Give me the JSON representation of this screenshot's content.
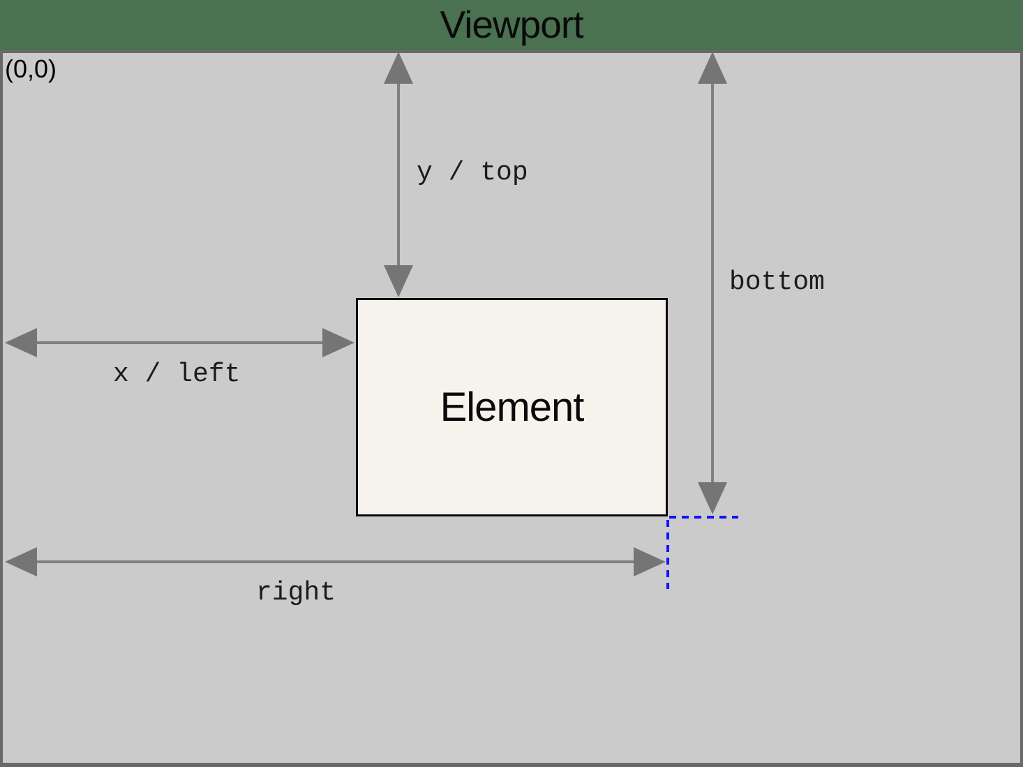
{
  "title": "Viewport",
  "viewport": {
    "origin_label": "(0,0)"
  },
  "element": {
    "label": "Element"
  },
  "measurements": {
    "y_top": {
      "label": "y / top"
    },
    "bottom": {
      "label": "bottom"
    },
    "x_left": {
      "label": "x / left"
    },
    "right": {
      "label": "right"
    }
  },
  "colors": {
    "page_background": "#4a7150",
    "viewport_fill": "#cbcbcb",
    "viewport_border": "#696969",
    "arrow": "#757575",
    "arrow_line": "#808080",
    "element_fill": "#f6f3ec",
    "element_border": "#0a0a0a",
    "projection_line": "#1212ff",
    "label_text": "#1b1b1b",
    "title_text": "#0a0a0a"
  }
}
